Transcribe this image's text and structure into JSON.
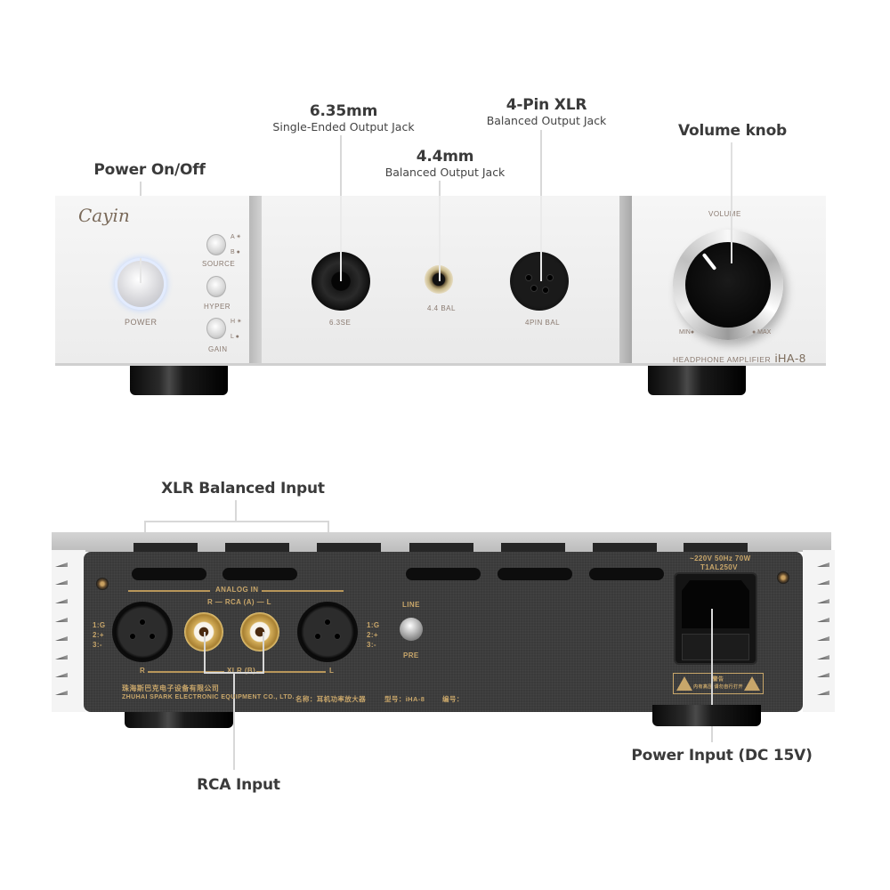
{
  "front": {
    "callouts": {
      "power": {
        "title": "Power On/Off"
      },
      "jack_635": {
        "title": "6.35mm",
        "subtitle": "Single-Ended Output Jack"
      },
      "jack_44": {
        "title": "4.4mm",
        "subtitle": "Balanced Output Jack"
      },
      "xlr_4pin": {
        "title": "4-Pin XLR",
        "subtitle": "Balanced Output Jack"
      },
      "volume": {
        "title": "Volume knob"
      }
    },
    "panel": {
      "logo": "Cayin",
      "power_label": "POWER",
      "source_label": "SOURCE",
      "source_a": "A ✴",
      "source_b": "B ●",
      "hyper_label": "HYPER",
      "gain_label": "GAIN",
      "gain_h": "H ✴",
      "gain_l": "L ●",
      "jack_635_label": "6.3SE",
      "jack_44_label": "4.4 BAL",
      "xlr_label": "4PIN BAL",
      "volume_label": "VOLUME",
      "min_label": "MIN●",
      "max_label": "● MAX",
      "model_prefix": "HEADPHONE AMPLIFIER",
      "model": "iHA-8"
    }
  },
  "rear": {
    "callouts": {
      "xlr_in": {
        "title": "XLR Balanced Input"
      },
      "rca_in": {
        "title": "RCA Input"
      },
      "power_in": {
        "title": "Power Input (DC 15V)"
      }
    },
    "panel": {
      "analog_in": "ANALOG IN",
      "rca_a": "R — RCA (A) — L",
      "xlr_b": "XLR (B)",
      "right": "R",
      "left": "L",
      "pinout": [
        "1:G",
        "2:+",
        "3:-"
      ],
      "switch_top": "LINE",
      "switch_bottom": "PRE",
      "company_cn": "珠海斯巴克电子设备有限公司",
      "company_en": "ZHUHAI SPARK ELECTRONIC EQUIPMENT CO., LTD.",
      "name_field": "名称：耳机功率放大器",
      "model_field": "型号：iHA-8",
      "serial_field": "编号：",
      "power_rating": "~220V 50Hz 70W",
      "fuse_rating": "T1AL250V",
      "warning_title": "警告",
      "warning_text": "内有高压 请勿自行打开"
    }
  }
}
